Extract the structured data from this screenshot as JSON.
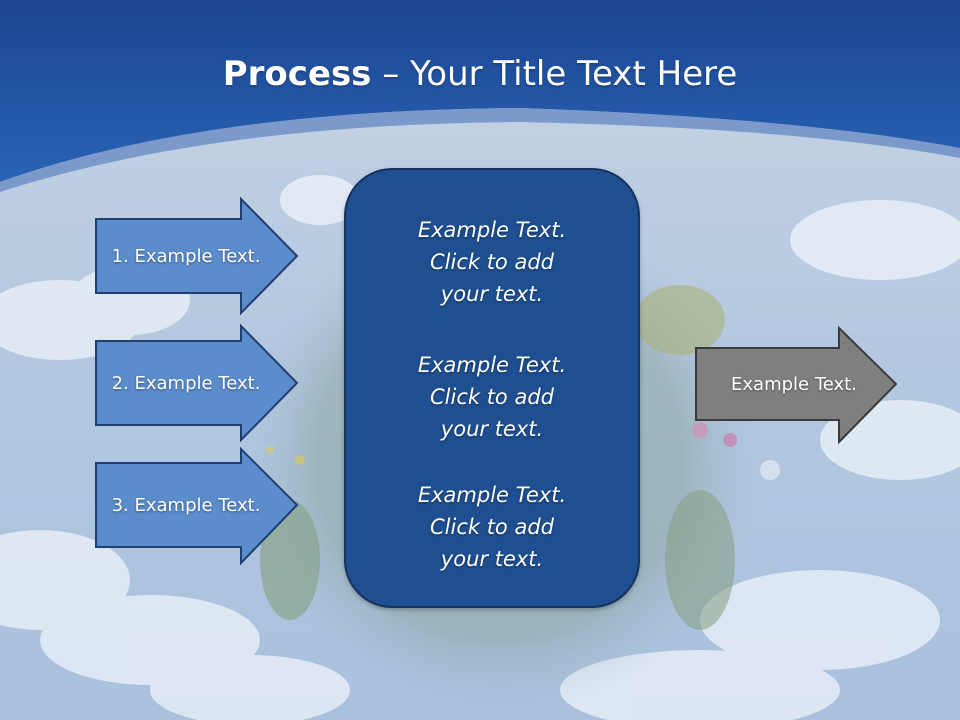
{
  "slide": {
    "title_bold": "Process",
    "title_rest": " – Your Title Text Here"
  },
  "left_arrows": [
    {
      "label": "1. Example Text."
    },
    {
      "label": "2. Example Text."
    },
    {
      "label": "3. Example Text."
    }
  ],
  "center_box": {
    "paragraphs": [
      [
        "Example Text.",
        "Click  to add",
        "your text."
      ],
      [
        "Example Text.",
        "Click  to add",
        "your text."
      ],
      [
        "Example Text.",
        "Click  to add",
        "your text."
      ]
    ]
  },
  "right_arrow": {
    "label": "Example Text."
  },
  "colors": {
    "header_blue": "#2458a8",
    "arrow_blue": "#5b8ccb",
    "center_box_blue": "#1e4f90",
    "right_arrow_gray": "#7f7f7f"
  }
}
